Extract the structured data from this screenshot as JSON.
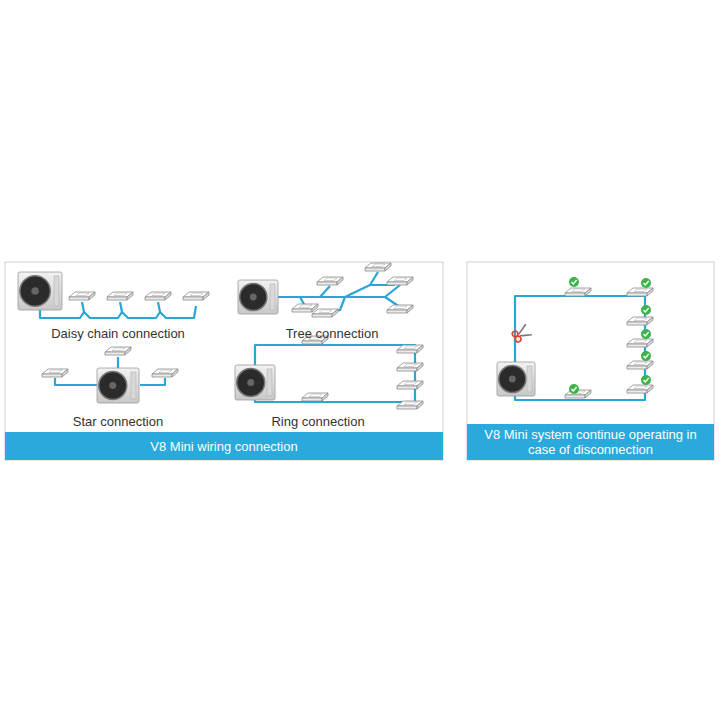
{
  "diagram": {
    "nodes": [
      {
        "text": [
          "V8 Mini wiring connection"
        ]
      },
      {
        "text": [
          "V8 Mini system continue operating in case of disconnection"
        ]
      }
    ],
    "labels": [
      "Daisy chain connection",
      "Tree connection",
      "Star connection",
      "Ring connection"
    ]
  }
}
